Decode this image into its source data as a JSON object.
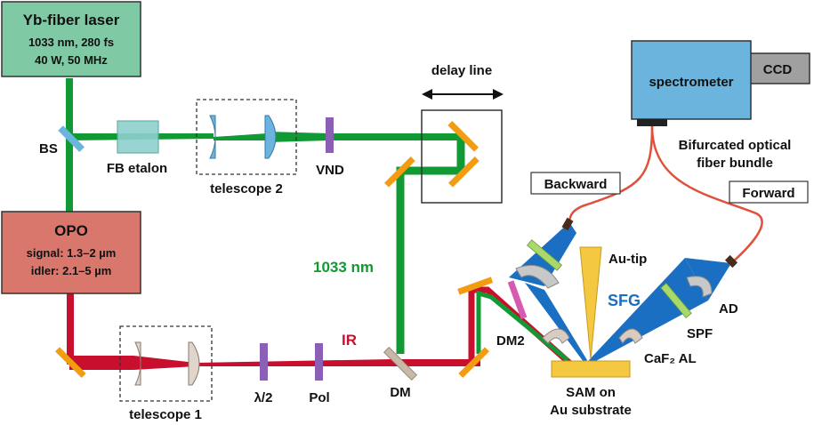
{
  "laser": {
    "title": "Yb-fiber laser",
    "line1": "1033 nm, 280 fs",
    "line2": "40 W, 50 MHz"
  },
  "opo": {
    "title": "OPO",
    "line1": "signal: 1.3–2 µm",
    "line2": "idler: 2.1–5 µm"
  },
  "labels": {
    "bs": "BS",
    "fb_etalon": "FB etalon",
    "telescope2": "telescope 2",
    "vnd": "VND",
    "delay_line": "delay line",
    "wavelength_1033": "1033 nm",
    "ir": "IR",
    "telescope1": "telescope 1",
    "half_wave": "λ/2",
    "pol": "Pol",
    "dm": "DM",
    "dm2": "DM2",
    "spectrometer": "spectrometer",
    "ccd": "CCD",
    "fiber_bundle_1": "Bifurcated optical",
    "fiber_bundle_2": "fiber bundle",
    "backward": "Backward",
    "forward": "Forward",
    "au_tip": "Au-tip",
    "sfg": "SFG",
    "ad": "AD",
    "spf": "SPF",
    "caf2_al": "CaF₂ AL",
    "sam_1": "SAM on",
    "sam_2": "Au substrate"
  },
  "colors": {
    "green_beam": "#119933",
    "ir_beam": "#c8102e",
    "sfg_beam": "#1b6fc2",
    "mirror": "#f39c12",
    "laser_box": "#7fc9a4",
    "opo_box": "#d9776d",
    "spectrometer_box": "#6ab4de",
    "ccd_box": "#a0a0a0",
    "fiber": "#e0503c"
  }
}
